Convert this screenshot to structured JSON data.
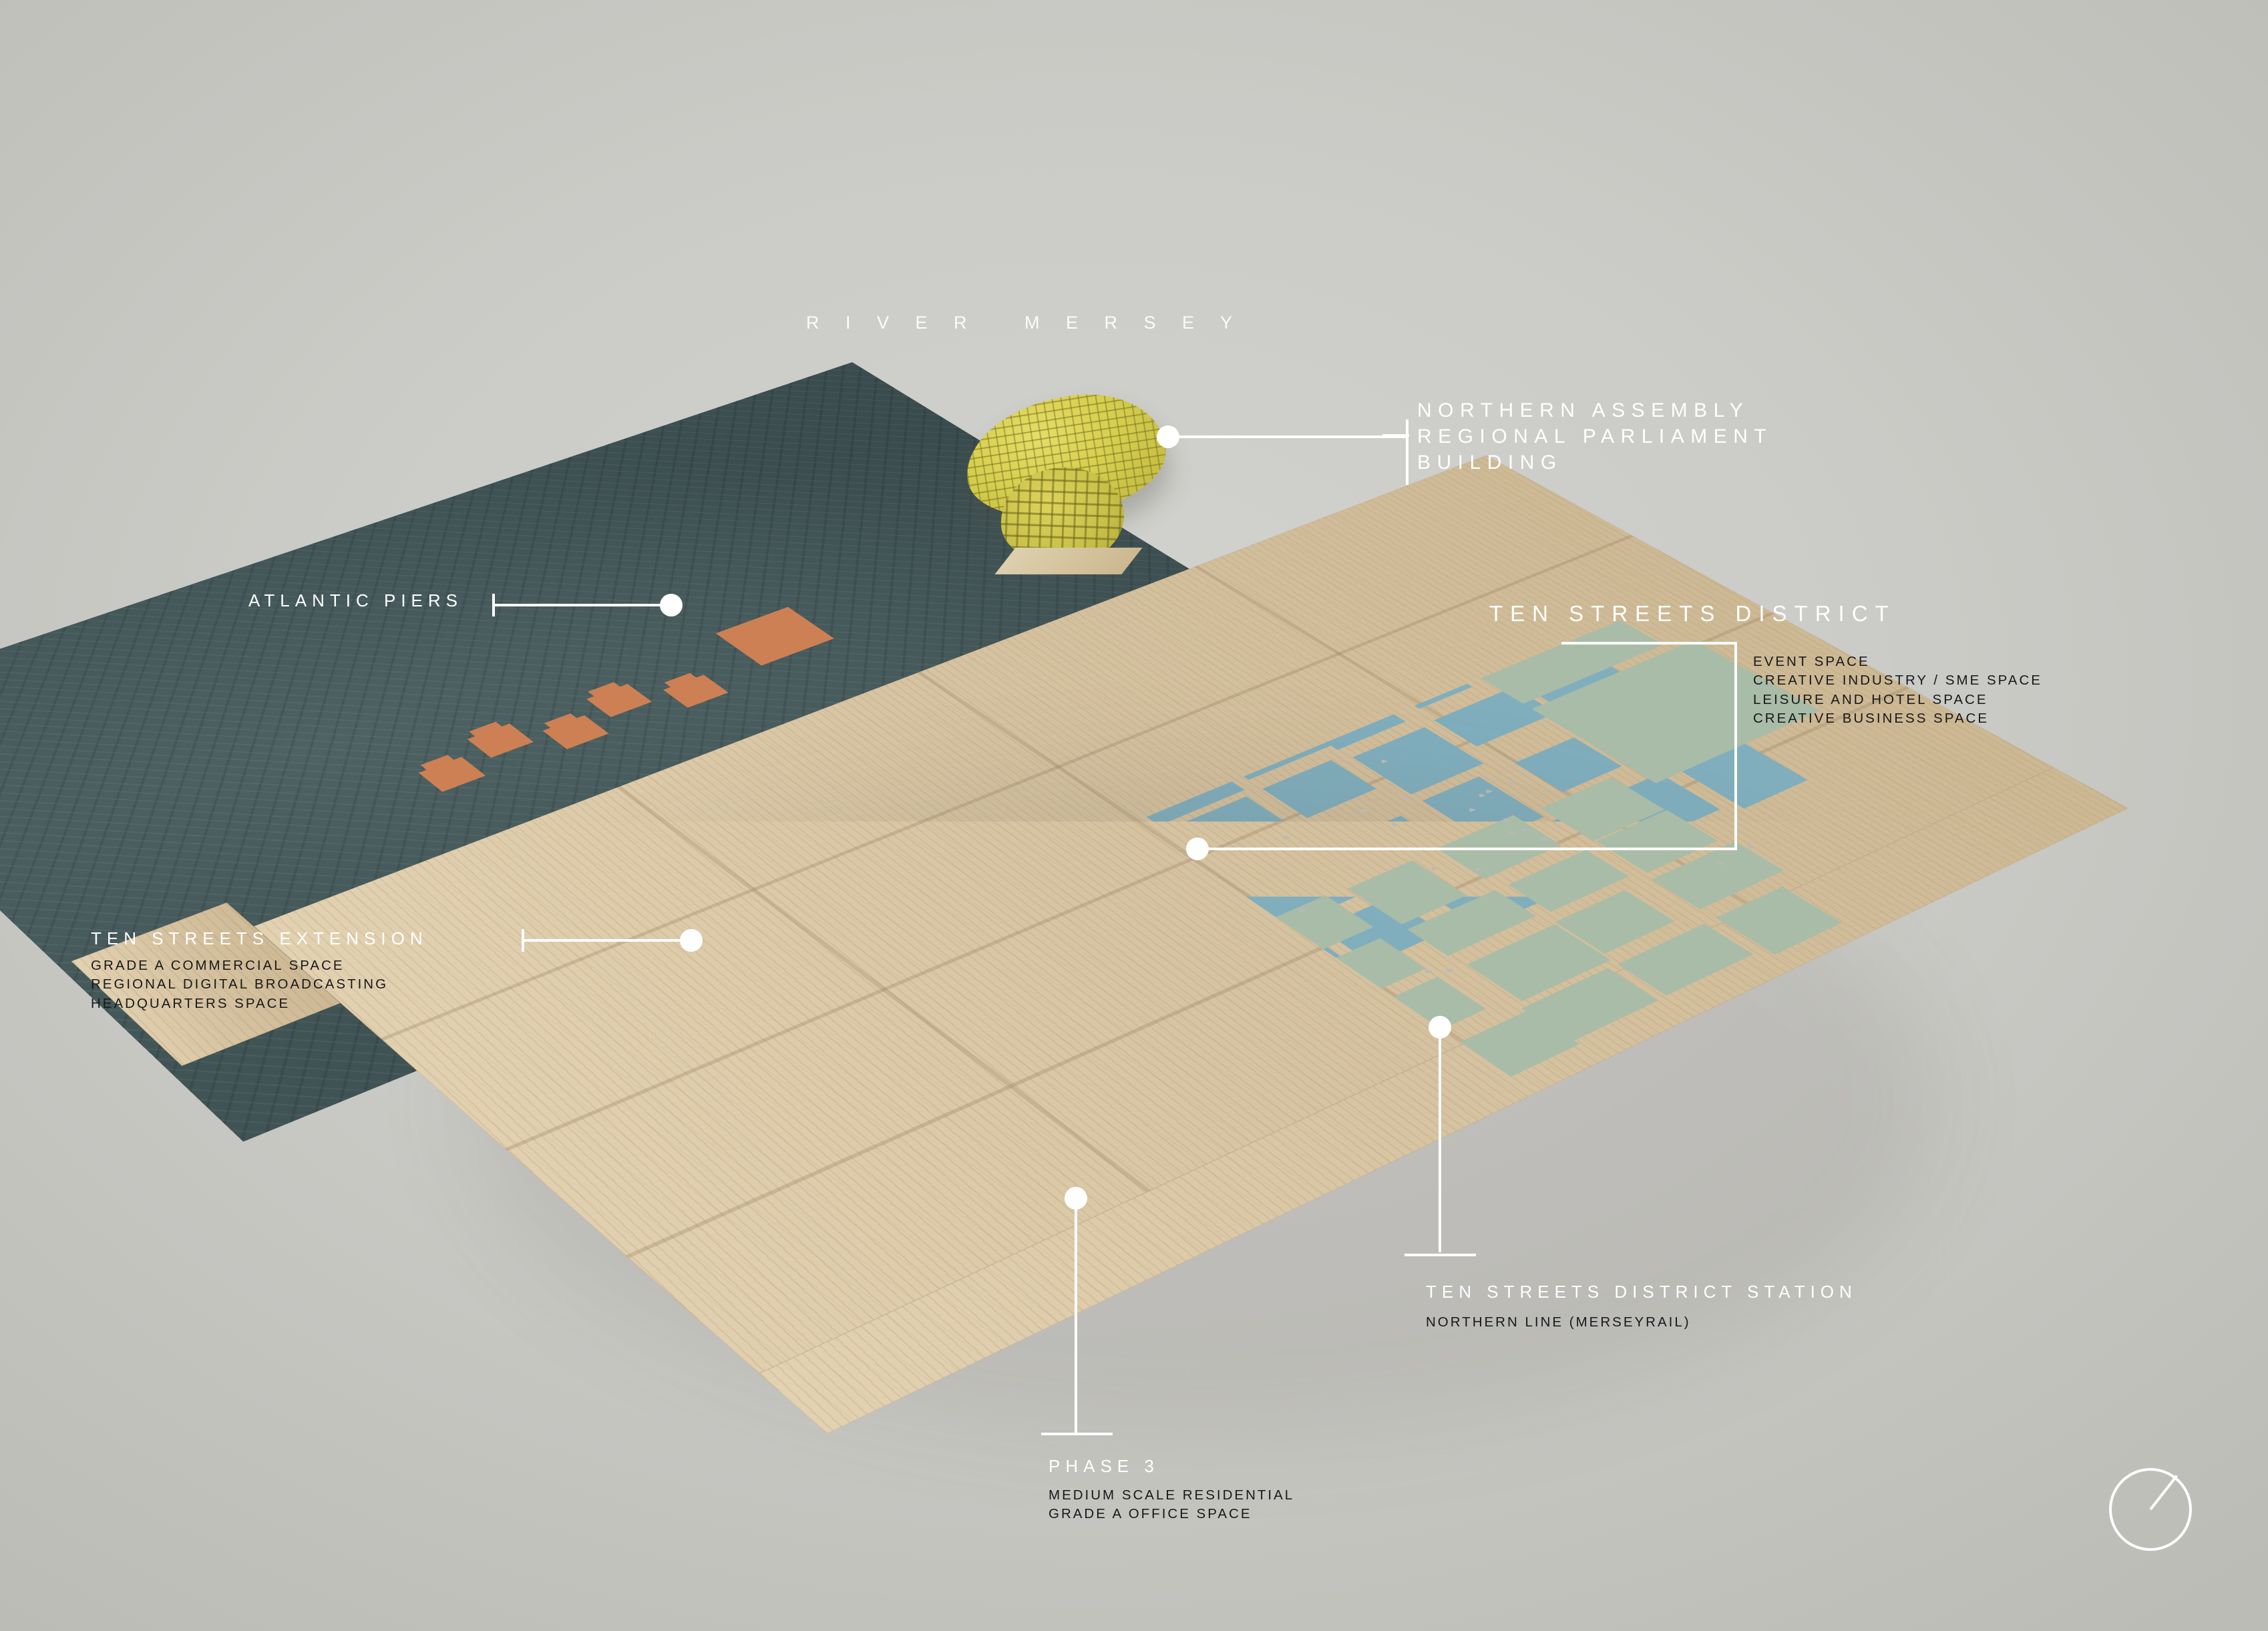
{
  "scene": {
    "river_label": "R I V E R   M E R S E Y",
    "background_color": "#cbcbc7",
    "water_color": "#3c4d50",
    "ground_color": "#d9c6a4"
  },
  "palette": {
    "orange": "#cd8053",
    "blue": "#80aebd",
    "green": "#a9bca7",
    "pink": "#f0b6ab",
    "yellow": "#d8d052",
    "red": "#c43a3a",
    "annotation_white": "#ffffff",
    "annotation_dark": "#17181a"
  },
  "annotations": {
    "northern_assembly": {
      "title": "NORTHERN ASSEMBLY\nREGIONAL PARLIAMENT\nBUILDING",
      "sub": ""
    },
    "atlantic_piers": {
      "title": "ATLANTIC PIERS",
      "sub": ""
    },
    "ten_streets_district": {
      "title": "TEN STREETS DISTRICT",
      "sub": "EVENT SPACE\nCREATIVE INDUSTRY / SME SPACE\nLEISURE AND HOTEL SPACE\nCREATIVE BUSINESS SPACE"
    },
    "ten_streets_extension": {
      "title": "TEN STREETS EXTENSION",
      "sub": "GRADE A COMMERCIAL SPACE\nREGIONAL DIGITAL BROADCASTING\nHEADQUARTERS SPACE"
    },
    "ten_streets_district_station": {
      "title": "TEN STREETS DISTRICT STATION",
      "sub": "NORTHERN LINE (MERSEYRAIL)"
    },
    "phase_3": {
      "title": "PHASE 3",
      "sub": "MEDIUM SCALE RESIDENTIAL\nGRADE A OFFICE SPACE"
    }
  },
  "compass": {
    "name": "north-arrow",
    "bearing_deg": 38
  }
}
